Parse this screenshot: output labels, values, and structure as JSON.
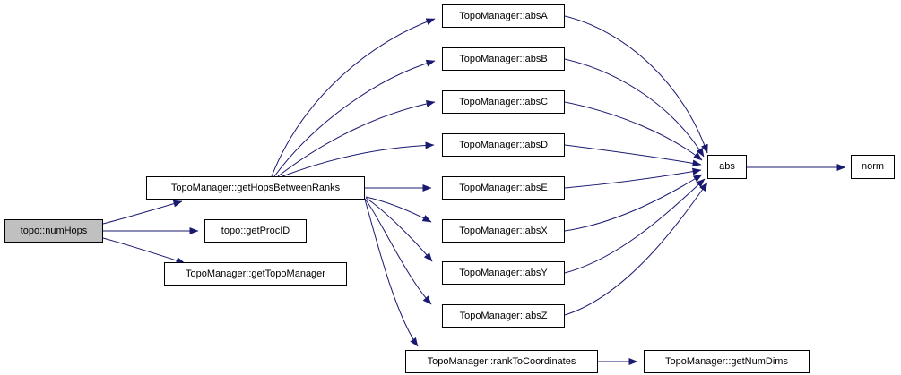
{
  "diagram": {
    "type": "call-graph",
    "background_color": "#ffffff",
    "edge_color": "#191970",
    "node_border_color": "#000000",
    "node_fill_color": "#ffffff",
    "highlighted_node_fill_color": "#c0c0c0",
    "highlighted_node": "topo::numHops"
  },
  "nodes": {
    "numHops": {
      "label": "topo::numHops"
    },
    "getHopsBetweenRanks": {
      "label": "TopoManager::getHopsBetweenRanks"
    },
    "getProcID": {
      "label": "topo::getProcID"
    },
    "getTopoManager": {
      "label": "TopoManager::getTopoManager"
    },
    "absA": {
      "label": "TopoManager::absA"
    },
    "absB": {
      "label": "TopoManager::absB"
    },
    "absC": {
      "label": "TopoManager::absC"
    },
    "absD": {
      "label": "TopoManager::absD"
    },
    "absE": {
      "label": "TopoManager::absE"
    },
    "absX": {
      "label": "TopoManager::absX"
    },
    "absY": {
      "label": "TopoManager::absY"
    },
    "absZ": {
      "label": "TopoManager::absZ"
    },
    "abs": {
      "label": "abs"
    },
    "norm": {
      "label": "norm"
    },
    "rankToCoordinates": {
      "label": "TopoManager::rankToCoordinates"
    },
    "getNumDims": {
      "label": "TopoManager::getNumDims"
    }
  },
  "edges": [
    {
      "from": "topo::numHops",
      "to": "TopoManager::getHopsBetweenRanks"
    },
    {
      "from": "topo::numHops",
      "to": "topo::getProcID"
    },
    {
      "from": "topo::numHops",
      "to": "TopoManager::getTopoManager"
    },
    {
      "from": "TopoManager::getHopsBetweenRanks",
      "to": "TopoManager::absA"
    },
    {
      "from": "TopoManager::getHopsBetweenRanks",
      "to": "TopoManager::absB"
    },
    {
      "from": "TopoManager::getHopsBetweenRanks",
      "to": "TopoManager::absC"
    },
    {
      "from": "TopoManager::getHopsBetweenRanks",
      "to": "TopoManager::absD"
    },
    {
      "from": "TopoManager::getHopsBetweenRanks",
      "to": "TopoManager::absE"
    },
    {
      "from": "TopoManager::getHopsBetweenRanks",
      "to": "TopoManager::absX"
    },
    {
      "from": "TopoManager::getHopsBetweenRanks",
      "to": "TopoManager::absY"
    },
    {
      "from": "TopoManager::getHopsBetweenRanks",
      "to": "TopoManager::absZ"
    },
    {
      "from": "TopoManager::getHopsBetweenRanks",
      "to": "TopoManager::rankToCoordinates"
    },
    {
      "from": "TopoManager::absA",
      "to": "abs"
    },
    {
      "from": "TopoManager::absB",
      "to": "abs"
    },
    {
      "from": "TopoManager::absC",
      "to": "abs"
    },
    {
      "from": "TopoManager::absD",
      "to": "abs"
    },
    {
      "from": "TopoManager::absE",
      "to": "abs"
    },
    {
      "from": "TopoManager::absX",
      "to": "abs"
    },
    {
      "from": "TopoManager::absY",
      "to": "abs"
    },
    {
      "from": "TopoManager::absZ",
      "to": "abs"
    },
    {
      "from": "abs",
      "to": "norm"
    },
    {
      "from": "TopoManager::rankToCoordinates",
      "to": "TopoManager::getNumDims"
    }
  ]
}
